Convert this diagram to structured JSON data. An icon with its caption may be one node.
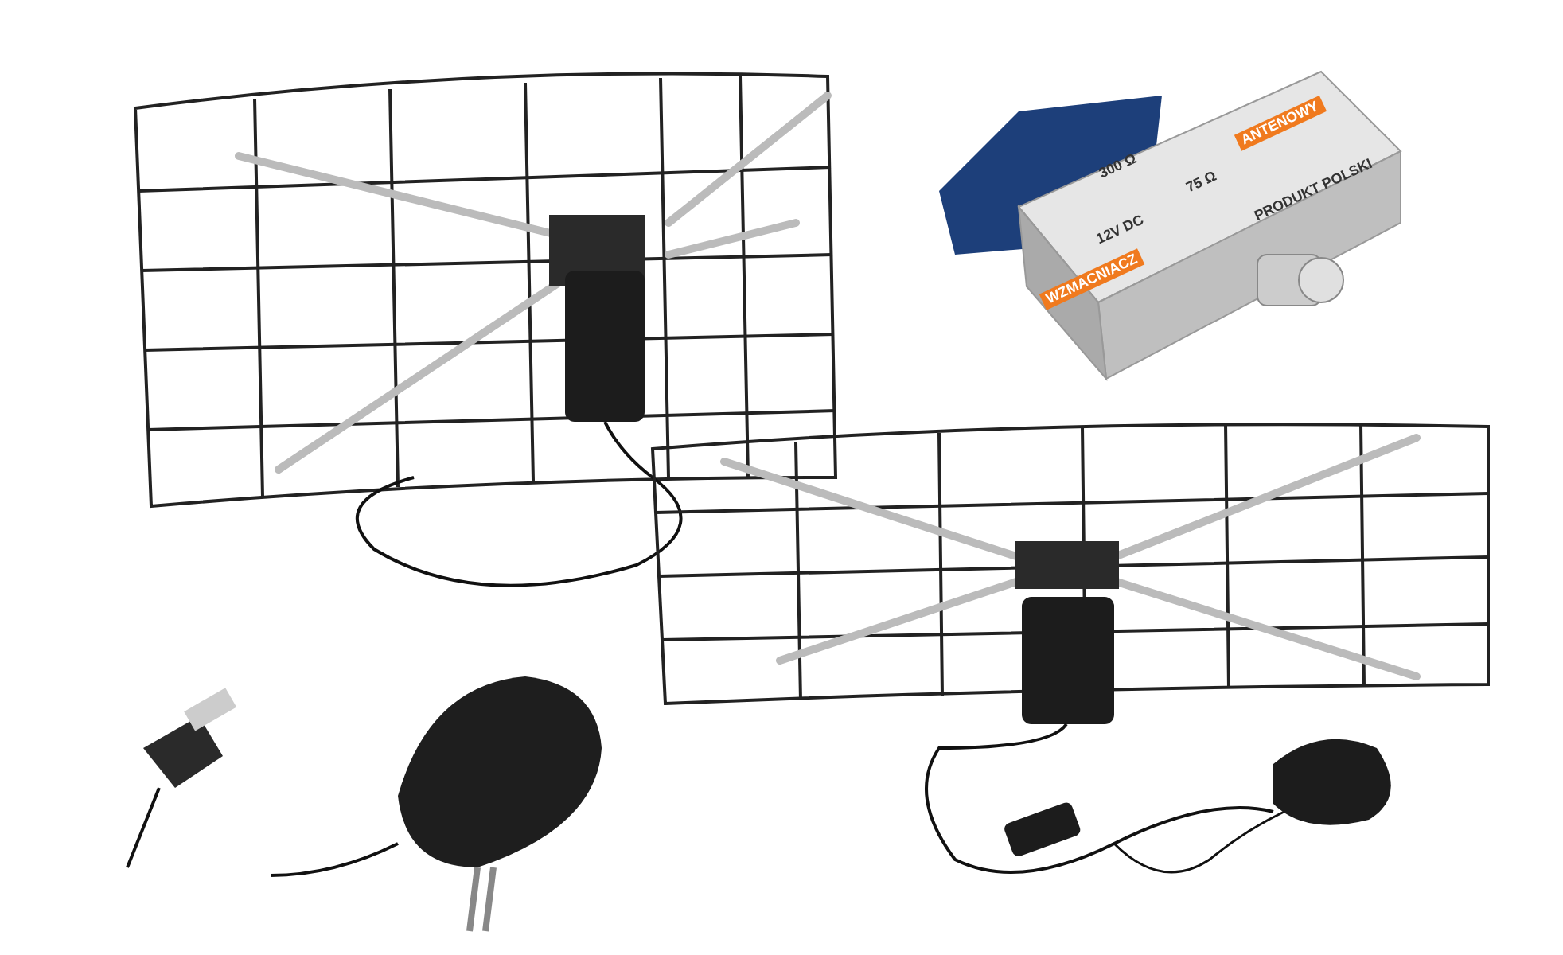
{
  "diagram": {
    "labels": [
      "300 Ω",
      "ANTENOWY",
      "12V DC",
      "75 Ω",
      "WZMACNIACZ",
      "PRODUKT POLSKI"
    ]
  }
}
